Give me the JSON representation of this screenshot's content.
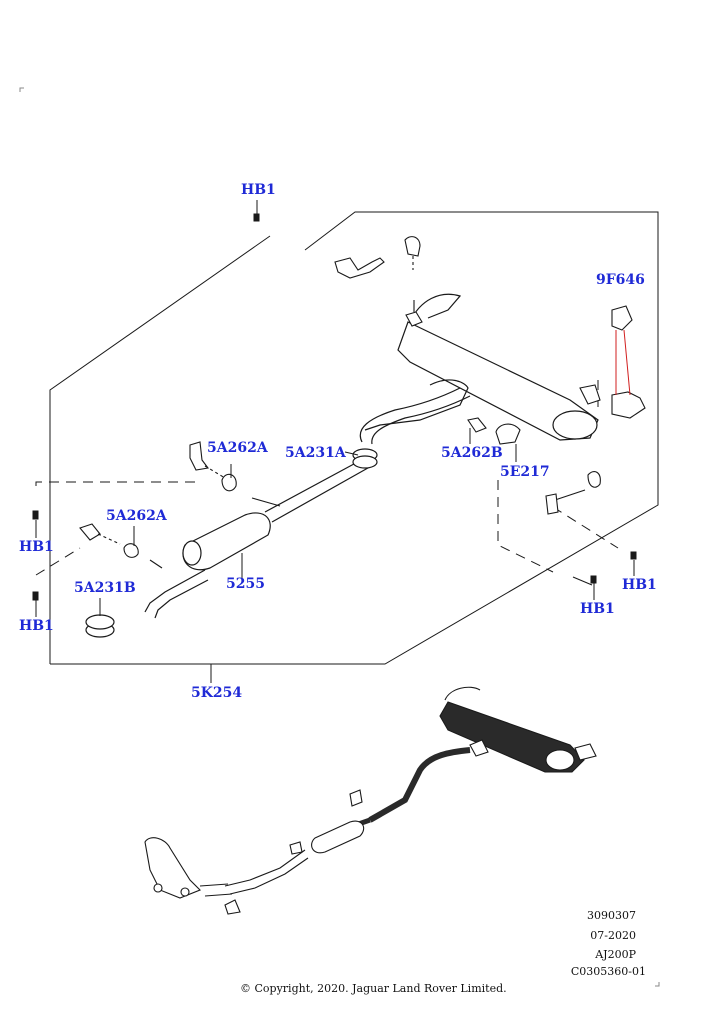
{
  "callouts": {
    "hb1_top": "HB1",
    "f646": "9F646",
    "a262a_upper": "5A262A",
    "a231a": "5A231A",
    "a262b": "5A262B",
    "e217": "5E217",
    "hb1_left_upper": "HB1",
    "a262a_lower": "5A262A",
    "a231b": "5A231B",
    "p5255": "5255",
    "hb1_left_lower": "HB1",
    "hb1_right": "HB1",
    "hb1_bottom_right": "HB1",
    "k254": "5K254"
  },
  "meta": {
    "code": "3090307",
    "date": "07-2020",
    "model": "AJ200P",
    "ref": "C0305360-01"
  },
  "copyright": "© Copyright, 2020. Jaguar Land Rover Limited.",
  "colors": {
    "callout": "#1f2ad6",
    "line": "#1a1a1a",
    "leader_red": "#d11f1f",
    "silencer_dark": "#2a2a2a"
  }
}
